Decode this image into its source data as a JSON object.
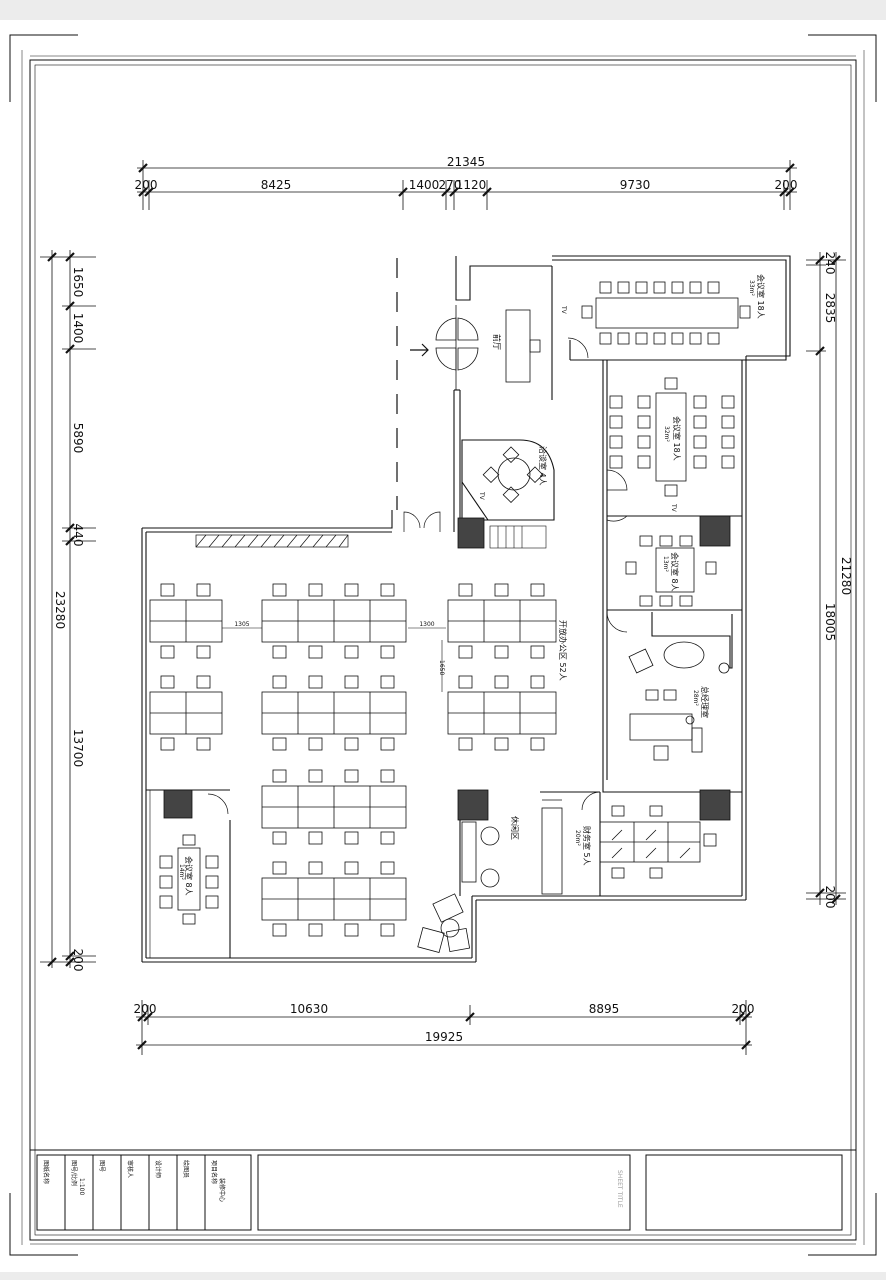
{
  "dimensions": {
    "top_total": "21345",
    "top_segments": [
      "200",
      "8425",
      "1400",
      "270",
      "1120",
      "9730",
      "200"
    ],
    "left_total": "23280",
    "left_segments": [
      "1650",
      "1400",
      "5890",
      "440",
      "13700",
      "200"
    ],
    "right_total": "21280",
    "right_segments": [
      "240",
      "2835",
      "18005",
      "200"
    ],
    "bottom_total": "19925",
    "bottom_segments": [
      "200",
      "10630",
      "8895",
      "200"
    ],
    "inner_gaps": [
      "1305",
      "1300",
      "1650"
    ]
  },
  "rooms": {
    "reception": "前厅",
    "meeting_top": "会议室 18人",
    "meeting_top_area": "33m²",
    "meeting_right": "会议室 18人",
    "meeting_right_area": "32m²",
    "meeting_small_right": "会议室 8人",
    "meeting_small_right_area": "13m²",
    "negotiation": "洽谈室 4人",
    "open_office": "开放办公区 52人",
    "gm_office": "总经理室",
    "gm_office_area": "28m²",
    "meeting_left": "会议室 8人",
    "meeting_left_area": "14m²",
    "rest_area": "休闲区",
    "finance": "财务室 5人",
    "finance_area": "20m²",
    "tv_labels": [
      "TV",
      "TV",
      "TV"
    ]
  },
  "title_block": {
    "cells": [
      "图纸名称",
      "图号/比例",
      "1:100",
      "图号",
      "审核人",
      "设计师",
      "绘图员",
      "项目名称",
      "装修中心"
    ],
    "sheet_title": "SHEET TITLE"
  }
}
